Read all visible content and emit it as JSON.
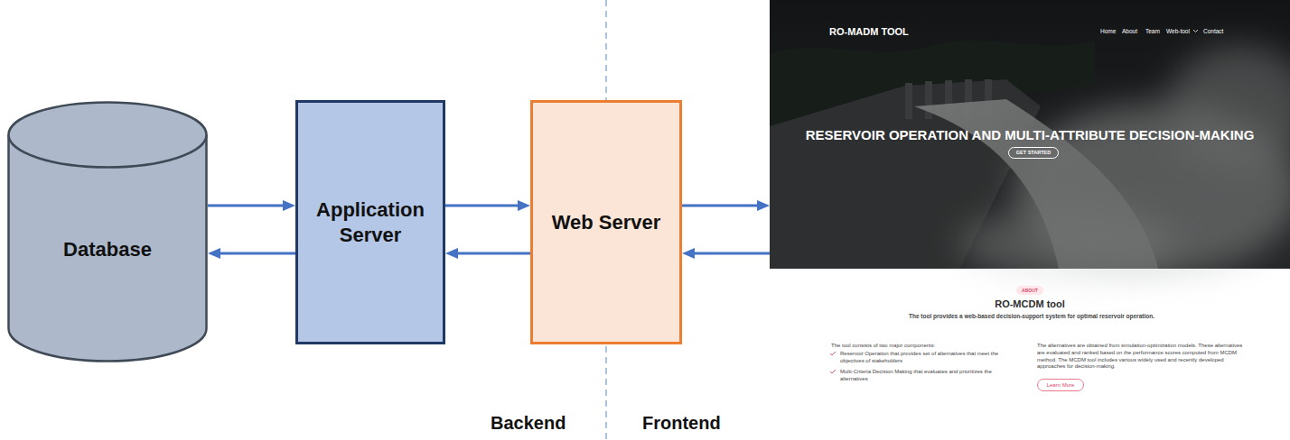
{
  "diagram": {
    "nodes": [
      {
        "text": [
          "Database"
        ]
      },
      {
        "text": [
          "Application Server"
        ]
      },
      {
        "text": [
          "Web Server"
        ]
      },
      {
        "text": [
          "RO-MADM TOOL",
          "Home",
          "About",
          "Team",
          "Web-tool",
          "Contact",
          "RESERVOIR OPERATION AND MULTI-ATTRIBUTE DECISION-MAKING",
          "RO-MCDM tool",
          "The tool provides a web-based decision-support system for optimal reservoir operation.",
          "The tool consists of two major components:",
          "Reservoir Operation that provides set of alternatives that meet the objectives of stakeholders",
          "Multi-Criteria Decision Making that evaluates and prioritizes the alternatives",
          "The alternatives are obtained from simulation-optimization models. These alternatives are evaluated and ranked based on the performance scores computed from MCDM method. The MCDM tool includes various widely used and recently developed approaches for decision-making."
        ]
      },
      {
        "text": [
          "GET STARTED"
        ],
        "in": 3
      },
      {
        "text": [
          "ABOUT"
        ],
        "in": 3
      },
      {
        "text": [
          "Learn More"
        ],
        "in": 3
      }
    ],
    "edges": [
      {
        "from": 0,
        "to": 1,
        "arrow": "to"
      },
      {
        "from": 1,
        "to": 0,
        "arrow": "to"
      },
      {
        "from": 1,
        "to": 2,
        "arrow": "to"
      },
      {
        "from": 2,
        "to": 1,
        "arrow": "to"
      },
      {
        "from": 2,
        "to": 3,
        "arrow": "to"
      },
      {
        "from": 3,
        "to": 2,
        "arrow": "to"
      }
    ],
    "labels": [
      "Backend",
      "Frontend"
    ]
  }
}
